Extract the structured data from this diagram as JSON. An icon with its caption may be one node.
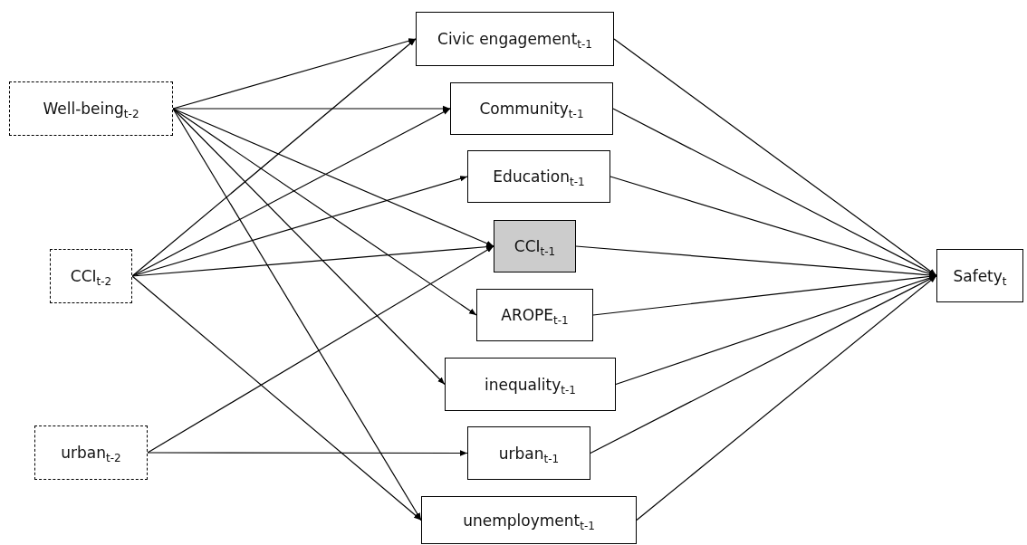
{
  "diagram": {
    "nodes": [
      {
        "text": [
          "Well-being$_{t-2}$"
        ]
      },
      {
        "text": [
          "CCI$_{t-2}$"
        ]
      },
      {
        "text": [
          "urban$_{t-2}$"
        ]
      },
      {
        "text": [
          "Civic engagement$_{t-1}$"
        ]
      },
      {
        "text": [
          "Community$_{t-1}$"
        ]
      },
      {
        "text": [
          "Education$_{t-1}$"
        ]
      },
      {
        "text": [
          "CCI$_{t-1}$"
        ]
      },
      {
        "text": [
          "AROPE$_{t-1}$"
        ]
      },
      {
        "text": [
          "inequality$_{t-1}$"
        ]
      },
      {
        "text": [
          "urban$_{t-1}$"
        ]
      },
      {
        "text": [
          "unemployment$_{t-1}$"
        ]
      },
      {
        "text": [
          "Safety$_{t}$"
        ]
      }
    ],
    "edges": [
      {
        "from": 0,
        "to": 3,
        "arrow": "to"
      },
      {
        "from": 0,
        "to": 4,
        "arrow": "to"
      },
      {
        "from": 0,
        "to": 6,
        "arrow": "to"
      },
      {
        "from": 0,
        "to": 7,
        "arrow": "to"
      },
      {
        "from": 0,
        "to": 8,
        "arrow": "to"
      },
      {
        "from": 0,
        "to": 10,
        "arrow": "to"
      },
      {
        "from": 1,
        "to": 3,
        "arrow": "to"
      },
      {
        "from": 1,
        "to": 4,
        "arrow": "to"
      },
      {
        "from": 1,
        "to": 5,
        "arrow": "to"
      },
      {
        "from": 1,
        "to": 6,
        "arrow": "to"
      },
      {
        "from": 1,
        "to": 10,
        "arrow": "to"
      },
      {
        "from": 2,
        "to": 6,
        "arrow": "to"
      },
      {
        "from": 2,
        "to": 9,
        "arrow": "to"
      },
      {
        "from": 3,
        "to": 11,
        "arrow": "to"
      },
      {
        "from": 4,
        "to": 11,
        "arrow": "to"
      },
      {
        "from": 5,
        "to": 11,
        "arrow": "to"
      },
      {
        "from": 6,
        "to": 11,
        "arrow": "to"
      },
      {
        "from": 7,
        "to": 11,
        "arrow": "to"
      },
      {
        "from": 8,
        "to": 11,
        "arrow": "to"
      },
      {
        "from": 9,
        "to": 11,
        "arrow": "to"
      },
      {
        "from": 10,
        "to": 11,
        "arrow": "to"
      }
    ]
  }
}
